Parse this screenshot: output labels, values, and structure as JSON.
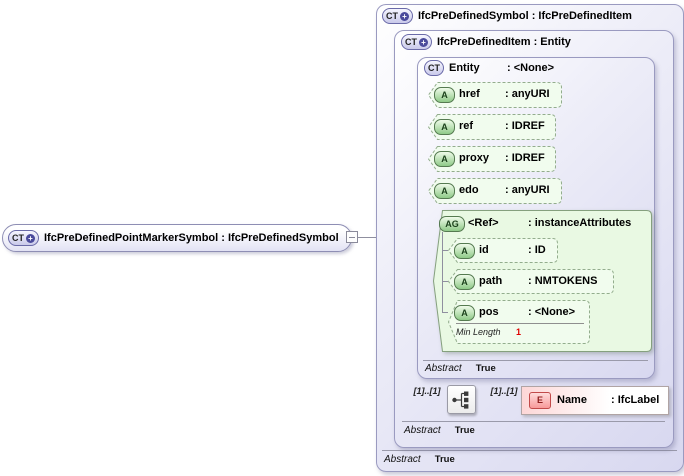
{
  "diagram": {
    "root": {
      "badge": "CT",
      "badge_plus": "+",
      "label": "IfcPreDefinedPointMarkerSymbol : IfcPreDefinedSymbol"
    },
    "symbol_type": {
      "badge": "CT",
      "badge_plus": "+",
      "title": "IfcPreDefinedSymbol : IfcPreDefinedItem",
      "abstract_label": "Abstract",
      "abstract_value": "True"
    },
    "item_type": {
      "badge": "CT",
      "badge_plus": "+",
      "title": "IfcPreDefinedItem : Entity",
      "abstract_label": "Abstract",
      "abstract_value": "True"
    },
    "entity_type": {
      "badge": "CT",
      "name": "Entity",
      "type": ": <None>",
      "abstract_label": "Abstract",
      "abstract_value": "True"
    },
    "entity_attributes": [
      {
        "badge": "A",
        "name": "href",
        "type": ": anyURI"
      },
      {
        "badge": "A",
        "name": "ref",
        "type": ": IDREF"
      },
      {
        "badge": "A",
        "name": "proxy",
        "type": ": IDREF"
      },
      {
        "badge": "A",
        "name": "edo",
        "type": ": anyURI"
      }
    ],
    "attribute_group": {
      "badge": "AG",
      "name": "<Ref>",
      "type": ": instanceAttributes"
    },
    "group_attributes": [
      {
        "badge": "A",
        "name": "id",
        "type": ": ID"
      },
      {
        "badge": "A",
        "name": "path",
        "type": ": NMTOKENS"
      },
      {
        "badge": "A",
        "name": "pos",
        "type": ": <None>",
        "facet_label": "Min Length",
        "facet_value": "1"
      }
    ],
    "sequence": {
      "cardinality_left": "[1]..[1]",
      "cardinality_right": "[1]..[1]"
    },
    "name_element": {
      "badge": "E",
      "name": "Name",
      "type": ": IfcLabel"
    }
  }
}
